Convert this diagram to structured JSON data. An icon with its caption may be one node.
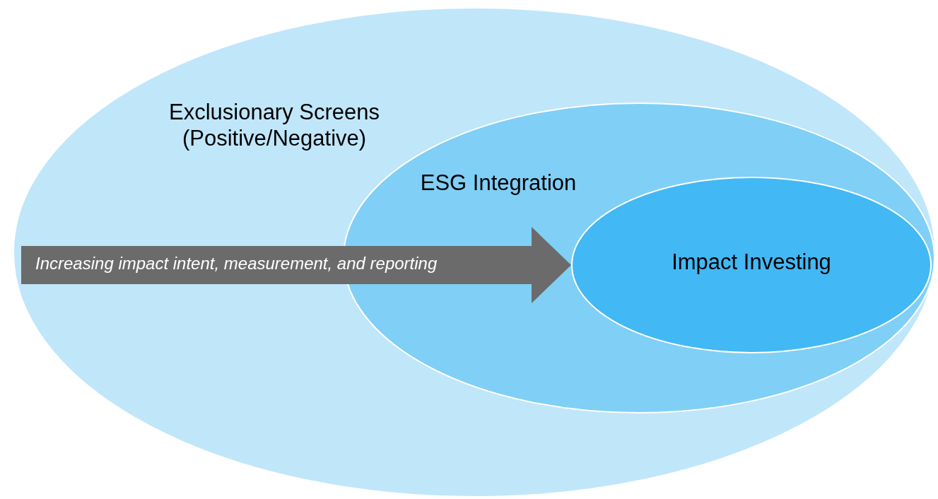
{
  "diagram": {
    "nodes": [
      {
        "text": [
          "Exclusionary Screens (Positive/Negative)"
        ]
      },
      {
        "text": [
          "ESG Integration"
        ],
        "in": 0
      },
      {
        "text": [
          "Impact Investing"
        ],
        "in": 1
      }
    ],
    "edges": [
      {
        "from": null,
        "to": 2,
        "arrow": "to",
        "label": "Increasing impact intent, measurement, and reporting",
        "style": "thick",
        "color": "#6b6b6b"
      }
    ]
  }
}
